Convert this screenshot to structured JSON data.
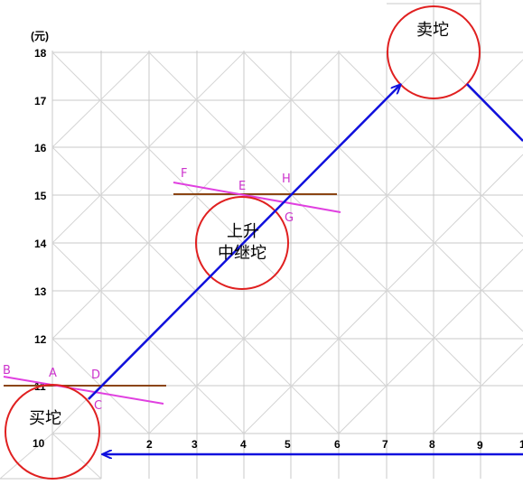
{
  "unit_label": "(元)",
  "y_ticks": [
    "10",
    "11",
    "12",
    "13",
    "14",
    "15",
    "16",
    "17",
    "18"
  ],
  "x_ticks": [
    "2",
    "3",
    "4",
    "5",
    "6",
    "7",
    "8",
    "9",
    "1"
  ],
  "zones": {
    "buy": "买坨",
    "mid_line1": "上升",
    "mid_line2": "中继坨",
    "sell": "卖坨"
  },
  "points": {
    "B": "B",
    "A": "A",
    "D": "D",
    "C": "C",
    "F": "F",
    "E": "E",
    "H": "H",
    "G": "G"
  },
  "colors": {
    "grid": "#c8c8c8",
    "circle": "#e02020",
    "trend": "#1010dd",
    "tangent": "#e040e0",
    "level": "#8b4513",
    "label": "#cc33cc"
  }
}
